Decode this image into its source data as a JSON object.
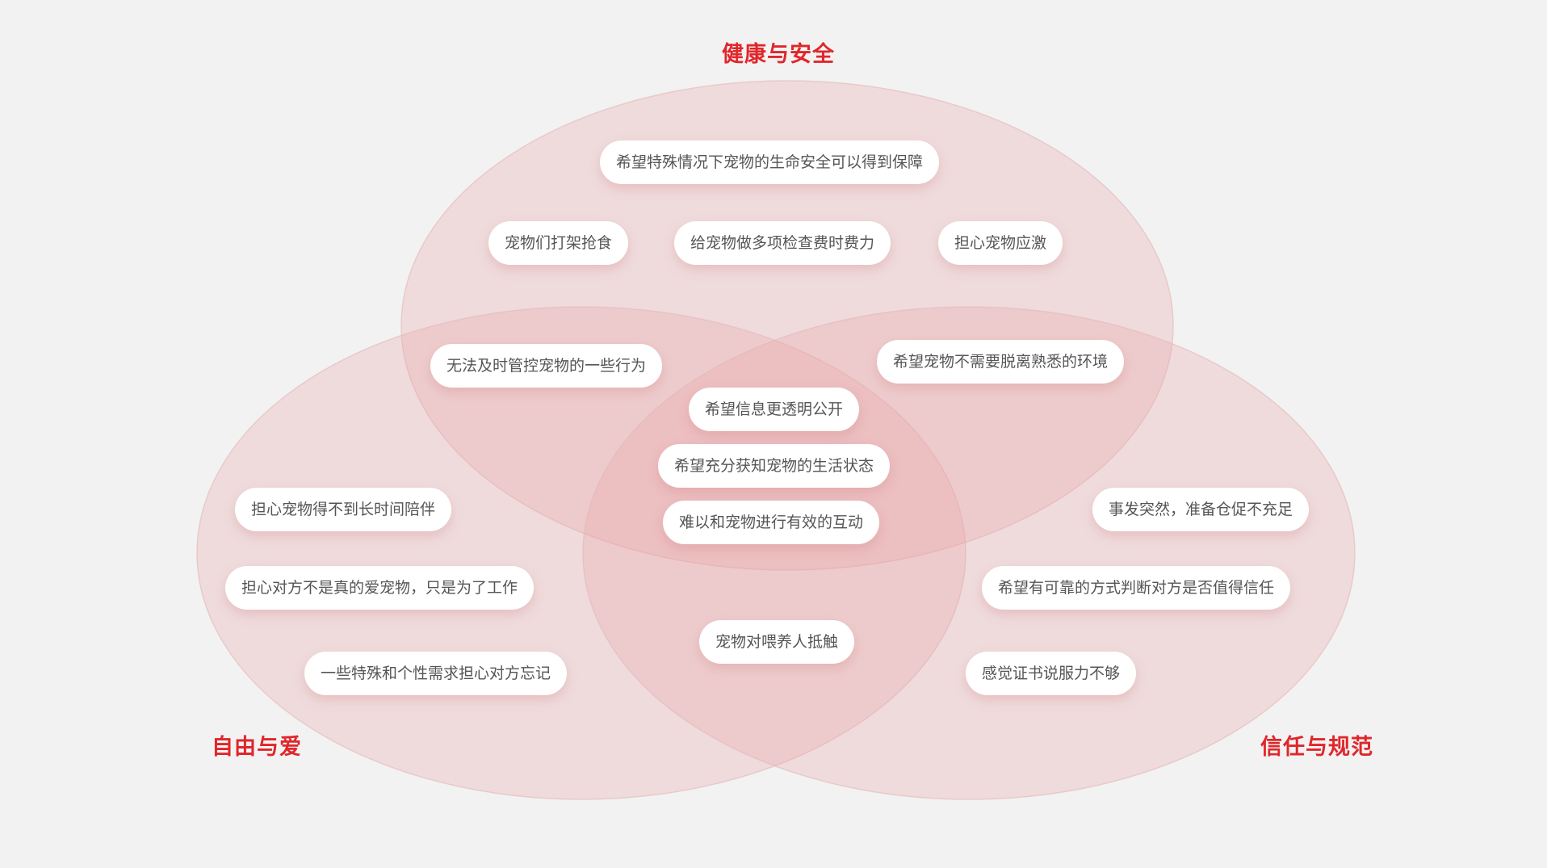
{
  "sets": {
    "top": {
      "label": "健康与安全"
    },
    "left": {
      "label": "自由与爱"
    },
    "right": {
      "label": "信任与规范"
    }
  },
  "colors": {
    "background": "#f2f2f2",
    "title": "#e0262b",
    "circle_fill": "#e8a3a5",
    "pill_bg": "#ffffff",
    "pill_text": "#555555"
  },
  "items": {
    "top_1": "希望特殊情况下宠物的生命安全可以得到保障",
    "top_2": "宠物们打架抢食",
    "top_3": "给宠物做多项检查费时费力",
    "top_4": "担心宠物应激",
    "top_left_1": "无法及时管控宠物的一些行为",
    "top_right_1": "希望宠物不需要脱离熟悉的环境",
    "center_1": "希望信息更透明公开",
    "center_2": "希望充分获知宠物的生活状态",
    "center_3": "难以和宠物进行有效的互动",
    "left_1": "担心宠物得不到长时间陪伴",
    "left_2": "担心对方不是真的爱宠物，只是为了工作",
    "left_3": "一些特殊和个性需求担心对方忘记",
    "left_right_1": "宠物对喂养人抵触",
    "right_1": "事发突然，准备仓促不充足",
    "right_2": "希望有可靠的方式判断对方是否值得信任",
    "right_3": "感觉证书说服力不够"
  }
}
